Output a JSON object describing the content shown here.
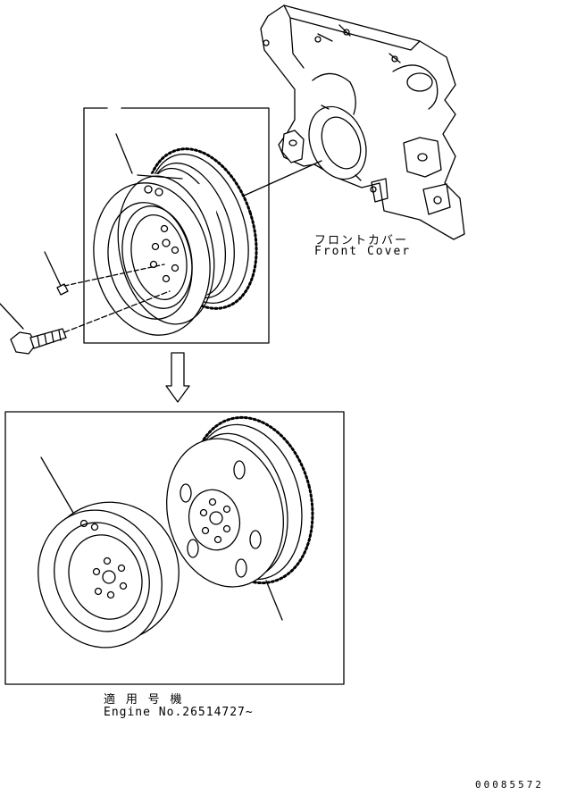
{
  "front_cover": {
    "label_jp": "フロントカバー",
    "label_en": "Front Cover"
  },
  "applicability": {
    "label_jp": "適 用 号 機",
    "label_en": "Engine No.26514727~"
  },
  "drawing_code": "00085572"
}
